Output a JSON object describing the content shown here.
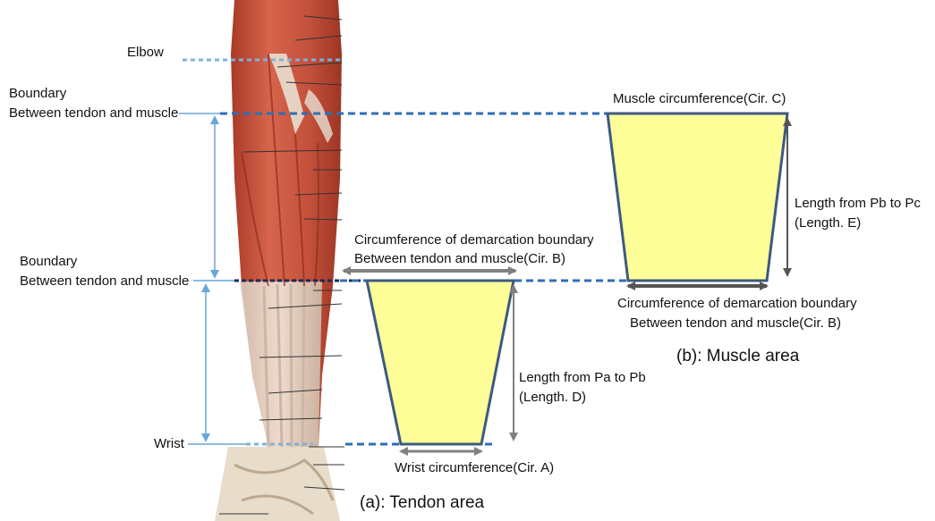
{
  "labels": {
    "elbow": "Elbow",
    "boundary_upper_1": "Boundary",
    "boundary_upper_2": "Between tendon and muscle",
    "boundary_lower_1": "Boundary",
    "boundary_lower_2": "Between tendon and muscle",
    "wrist": "Wrist"
  },
  "tendon_area": {
    "caption": "(a): Tendon area",
    "top_label_1": "Circumference of demarcation boundary",
    "top_label_2": "Between tendon and muscle(Cir. B)",
    "length_label_1": "Length from Pa to Pb",
    "length_label_2": "(Length. D)",
    "bottom_label": "Wrist circumference(Cir. A)"
  },
  "muscle_area": {
    "caption": "(b): Muscle area",
    "top_label": "Muscle circumference(Cir. C)",
    "length_label_1": "Length from Pb to Pc",
    "length_label_2": "(Length. E)",
    "bottom_label_1": "Circumference of demarcation boundary",
    "bottom_label_2": "Between tendon and muscle(Cir. B)"
  },
  "colors": {
    "trapezoid_fill": "#ffff99",
    "trapezoid_stroke": "#3d5a80",
    "dash_line": "#2f6fb5",
    "arrow_gray": "#808080",
    "bracket_blue": "#6aa6d6",
    "muscle_red": "#c8523e",
    "tendon_white": "#ece4d8"
  }
}
